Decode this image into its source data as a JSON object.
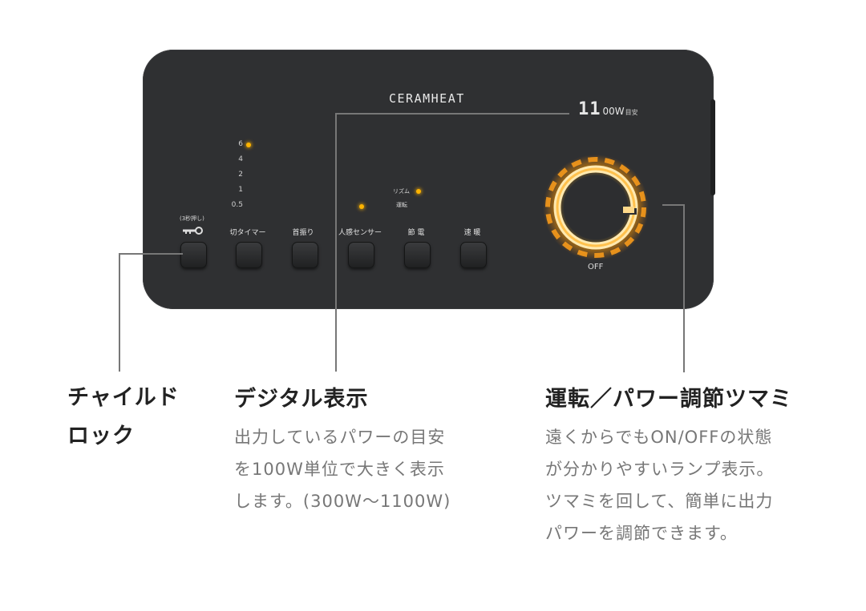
{
  "panel": {
    "brand": "CERAMHEAT",
    "display_digits": "11",
    "display_unit": "00W",
    "display_hint": "目安",
    "levels": [
      "6",
      "4",
      "2",
      "1",
      "0.5"
    ],
    "rhythm_label": "リズム",
    "operation_label": "運転",
    "lock_hint": "(3秒押し)",
    "buttons": [
      {
        "label": "",
        "name": "child-lock-button"
      },
      {
        "label": "切タイマー",
        "name": "off-timer-button"
      },
      {
        "label": "首振り",
        "name": "swing-button"
      },
      {
        "label": "人感センサー",
        "name": "motion-sensor-button"
      },
      {
        "label": "節 電",
        "name": "power-save-button"
      },
      {
        "label": "速 暖",
        "name": "quick-heat-button"
      }
    ],
    "dial_off_label": "OFF",
    "accent": "#ffb400"
  },
  "captions": {
    "child_lock_title_1": "チャイルド",
    "child_lock_title_2": "ロック",
    "digital_title": "デジタル表示",
    "digital_text_1": "出力しているパワーの目安",
    "digital_text_2": "を100W単位で大きく表示",
    "digital_text_3": "します。(300W〜1100W)",
    "dial_title": "運転／パワー調節ツマミ",
    "dial_text_1": "遠くからでもON/OFFの状態",
    "dial_text_2": "が分かりやすいランプ表示。",
    "dial_text_3": "ツマミを回して、簡単に出力",
    "dial_text_4": "パワーを調節できます。"
  }
}
